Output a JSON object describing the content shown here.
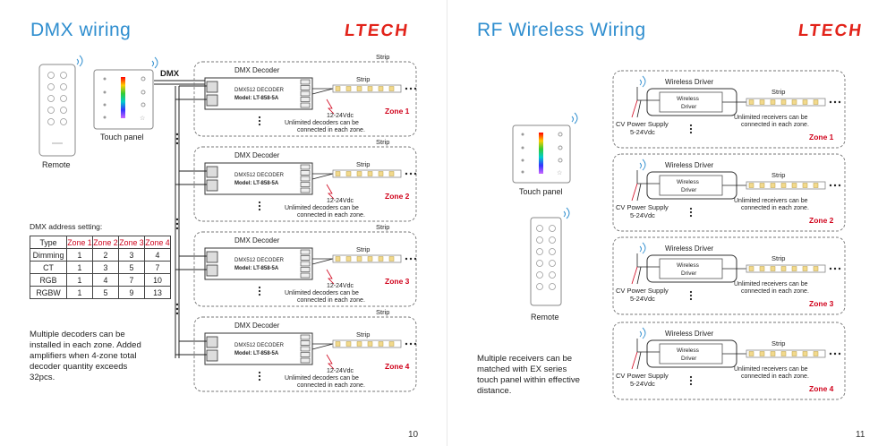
{
  "left": {
    "title": "DMX wiring",
    "brand": "LTECH",
    "page_number": "10",
    "remote_label": "Remote",
    "touch_panel_label": "Touch panel",
    "dmx_label": "DMX",
    "decoder_title": "DMX Decoder",
    "decoder_line1": "DMX512 DECODER",
    "decoder_line2": "Model: LT-858-5A",
    "strip_outer": "Strip",
    "strip_inner": "Strip",
    "power": "12-24Vdc",
    "unlimited_1": "Unlimited decoders can be",
    "unlimited_2": "connected in each zone.",
    "zones": [
      "Zone 1",
      "Zone 2",
      "Zone 3",
      "Zone 4"
    ],
    "address_heading": "DMX address setting:",
    "table": {
      "header": [
        "Type",
        "Zone 1",
        "Zone 2",
        "Zone 3",
        "Zone 4"
      ],
      "rows": [
        [
          "Dimming",
          "1",
          "2",
          "3",
          "4"
        ],
        [
          "CT",
          "1",
          "3",
          "5",
          "7"
        ],
        [
          "RGB",
          "1",
          "4",
          "7",
          "10"
        ],
        [
          "RGBW",
          "1",
          "5",
          "9",
          "13"
        ]
      ]
    },
    "note": [
      "Multiple decoders can be",
      "installed in each zone. Added",
      "amplifiers when 4-zone total",
      "decoder quantity exceeds",
      "32pcs."
    ]
  },
  "right": {
    "title": "RF Wireless Wiring",
    "brand": "LTECH",
    "page_number": "11",
    "touch_panel_label": "Touch panel",
    "remote_label": "Remote",
    "driver_title": "Wireless Driver",
    "driver_line1": "Wireless",
    "driver_line2": "Driver",
    "strip": "Strip",
    "power_1": "CV Power Supply",
    "power_2": "5-24Vdc",
    "unlimited_1": "Unlimited receivers can be",
    "unlimited_2": "connected in each zone.",
    "zones": [
      "Zone 1",
      "Zone 2",
      "Zone 3",
      "Zone 4"
    ],
    "note": [
      "Multiple receivers can be",
      "matched with EX series",
      "touch panel within effective",
      "distance."
    ]
  },
  "colors": {
    "title_blue": "#2f8ecf",
    "brand_red": "#e2231a",
    "zone_red": "#d0021b"
  }
}
